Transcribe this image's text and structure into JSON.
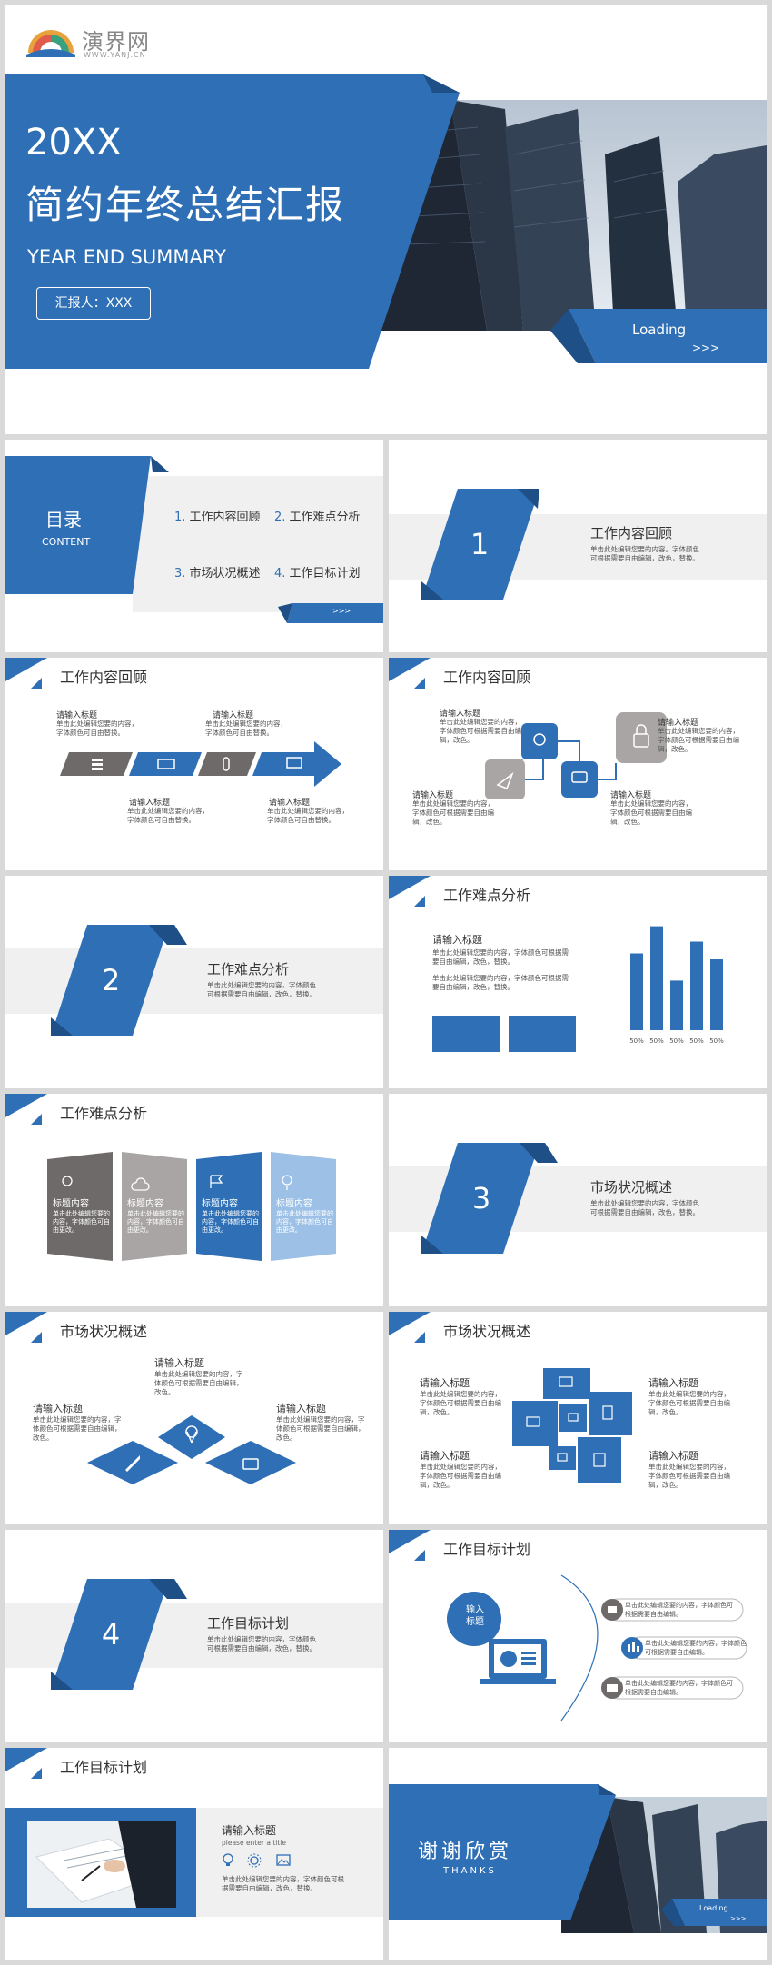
{
  "logo": {
    "name": "演界网",
    "url": "WWW.YANJ.CN"
  },
  "cover": {
    "year": "20XX",
    "title": "简约年终总结汇报",
    "subtitle": "YEAR END SUMMARY",
    "reporter": "汇报人：XXX",
    "loading": "Loading",
    "arrows": ">>>"
  },
  "toc": {
    "title": "目录",
    "subtitle": "CONTENT",
    "items": [
      {
        "num": "1.",
        "label": "工作内容回顾"
      },
      {
        "num": "2.",
        "label": "工作难点分析"
      },
      {
        "num": "3.",
        "label": "市场状况概述"
      },
      {
        "num": "4.",
        "label": "工作目标计划"
      }
    ],
    "arrows": ">>>"
  },
  "sections": [
    {
      "num": "1",
      "title": "工作内容回顾",
      "desc": "单击此处编辑您要的内容。字体颜色可根据需要自由编辑，改色，替换。"
    },
    {
      "num": "2",
      "title": "工作难点分析",
      "desc": "单击此处编辑您要的内容，字体颜色可根据需要自由编辑，改色，替换。"
    },
    {
      "num": "3",
      "title": "市场状况概述",
      "desc": "单击此处编辑您要的内容，字体颜色可根据需要自由编辑，改色，替换。"
    },
    {
      "num": "4",
      "title": "工作目标计划",
      "desc": "单击此处编辑您要的内容，字体颜色可根据需要自由编辑，改色，替换。"
    }
  ],
  "common": {
    "heading": "请输入标题",
    "desc_short": "单击此处编辑您要的内容，字体颜色可自由替换。",
    "desc_long": "单击此处编辑您要的内容，字体颜色可根据需要自由编辑，改色。",
    "desc_long2": "单击此处编辑您要的内容，字体颜色可根据需要自由编辑，改色，替换。",
    "card_title": "标题内容",
    "card_desc": "单击此处编辑您要的内容，字体颜色可自由更改。",
    "input_title": "输入标题",
    "enter_title": "please enter a title",
    "desc_tl": "单击此处编辑您要的内容，字体颜色可根据需要自由编辑。"
  },
  "chart_data": {
    "type": "bar",
    "values": [
      65,
      88,
      42,
      75,
      60
    ],
    "ylim": [
      0,
      100
    ],
    "tick_labels": [
      "50%",
      "50%",
      "50%",
      "50%",
      "50%"
    ]
  },
  "thanks": {
    "title": "谢谢欣赏",
    "subtitle": "THANKS",
    "loading": "Loading",
    "arrows": ">>>"
  },
  "colors": {
    "primary": "#2e6fb5",
    "gray": "#6e6a6a",
    "light_gray": "#a9a5a5",
    "light_blue": "#9dc1e6"
  }
}
